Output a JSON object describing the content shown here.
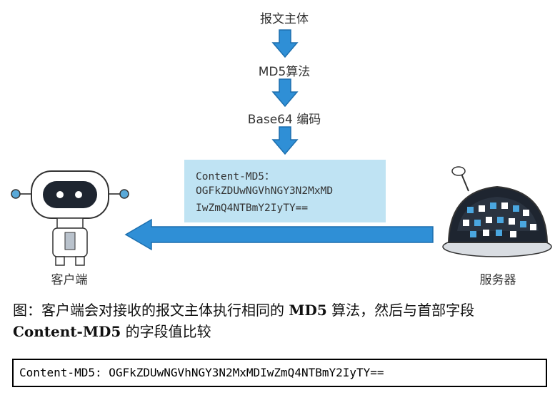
{
  "flow": {
    "step1": "报文主体",
    "step2": "MD5算法",
    "step3": "Base64 编码"
  },
  "header_box": {
    "line1": "Content-MD5：",
    "line2": "OGFkZDUwNGVhNGY3N2MxMD",
    "line3": "IwZmQ4NTBmY2IyTY=="
  },
  "actors": {
    "client": "客户端",
    "server": "服务器"
  },
  "caption": {
    "part1": "图：客户端会对接收的报文主体执行相同的 ",
    "bold1": "MD5",
    "part2": " 算法，然后与首部字段 ",
    "bold2": "Content-MD5",
    "part3": " 的字段值比较"
  },
  "code_line": "Content-MD5: OGFkZDUwNGVhNGY3N2MxMDIwZmQ4NTBmY2IyTY==",
  "colors": {
    "arrow_blue": "#2f8fd6",
    "box_blue": "#bfe3f3"
  }
}
